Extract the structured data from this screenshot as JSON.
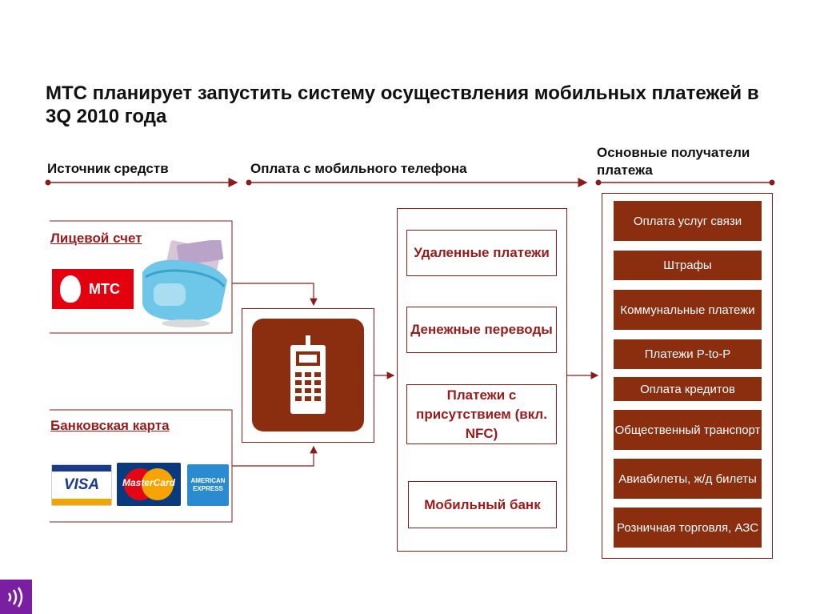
{
  "title": "МТС планирует запустить систему осуществления мобильных платежей в 3Q 2010 года",
  "columns": {
    "sources": "Источник средств",
    "mobile": "Оплата с мобильного телефона",
    "recipients": "Основные получатели платежа"
  },
  "sources": {
    "account": "Лицевой счет",
    "account_logo": "МТС",
    "card": "Банковская карта",
    "cards": [
      "VISA",
      "MasterCard",
      "AMERICAN EXPRESS"
    ]
  },
  "payment_types": [
    "Удаленные платежи",
    "Денежные переводы",
    "Платежи с присутствием (вкл. NFC)",
    "Мобильный  банк"
  ],
  "recipients": [
    "Оплата услуг связи",
    "Штрафы",
    "Коммунальные платежи",
    "Платежи P-to-P",
    "Оплата кредитов",
    "Общественный транспорт",
    "Авиабилеты, ж/д билеты",
    "Розничная торговля, АЗС"
  ],
  "colors": {
    "accent": "#8b1c1c",
    "box_fill": "#8b2d0f",
    "label": "#9b1b1b",
    "corner_logo": "#7a1fa2"
  },
  "icons": {
    "phone": "mobile-phone-icon",
    "wallet": "wallet-icon",
    "corner": "sound-waves-logo-icon"
  }
}
